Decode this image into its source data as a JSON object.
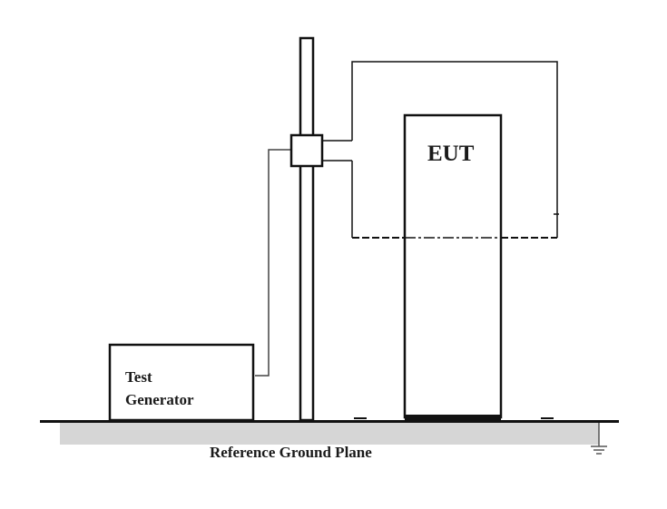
{
  "labels": {
    "eut": "EUT",
    "generator_line1": "Test",
    "generator_line2": "Generator",
    "ground_plane": "Reference Ground Plane"
  },
  "colors": {
    "line": "#111111",
    "thin_line": "#444444",
    "ground_fill": "#d6d6d6",
    "background": "#ffffff"
  }
}
